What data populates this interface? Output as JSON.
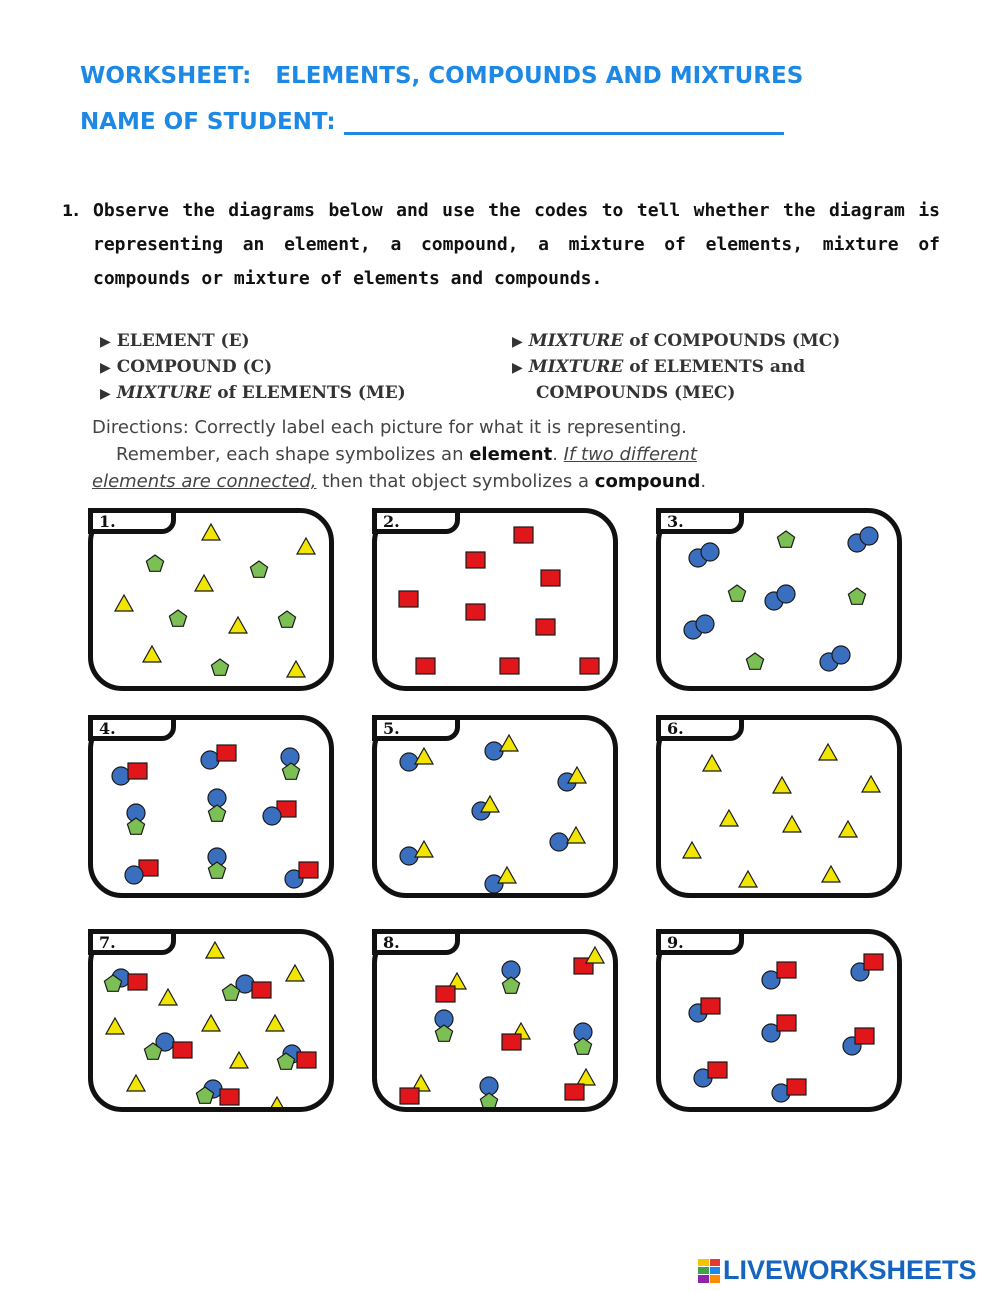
{
  "header": {
    "title": "WORKSHEET:   ELEMENTS, COMPOUNDS AND MIXTURES",
    "name_label": "NAME OF STUDENT:"
  },
  "question": {
    "number": "1.",
    "text": "Observe the diagrams below and use the codes to tell whether the diagram is representing an element, a compound, a mixture of elements, mixture of compounds or mixture of elements and compounds."
  },
  "codes": {
    "element": "ELEMENT (E)",
    "compound": "COMPOUND (C)",
    "mixture_elements_word": "MIXTURE",
    "mixture_elements_rest": "of ELEMENTS (ME)",
    "mixture_compounds_word": "MIXTURE",
    "mixture_compounds_rest": "of COMPOUNDS (MC)",
    "mixture_ec_word": "MIXTURE",
    "mixture_ec_rest": "of ELEMENTS and",
    "mixture_ec_line2": "COMPOUNDS (MEC)"
  },
  "directions": {
    "line1": "Directions: Correctly label each picture for what it is representing.",
    "line2_a": "Remember, each shape symbolizes an ",
    "line2_b": "element",
    "line2_c": ". ",
    "line2_d": "If two different",
    "line3_a": "elements are connected,",
    "line3_b": " then that object symbolizes a ",
    "line3_c": "compound",
    "line3_d": "."
  },
  "boxes": [
    {
      "label": "1. ____"
    },
    {
      "label": "2. ____"
    },
    {
      "label": "3. ____"
    },
    {
      "label": "4. ____"
    },
    {
      "label": "5. ____"
    },
    {
      "label": "6. ____"
    },
    {
      "label": "7. ____"
    },
    {
      "label": "8. ____"
    },
    {
      "label": "9. ____"
    }
  ],
  "colors": {
    "header_blue": "#1e88e5",
    "triangle_yellow": "#f2e600",
    "pentagon_green": "#7cbf55",
    "circle_blue": "#3a6fbf",
    "square_red": "#e0161b"
  },
  "footer": {
    "brand": "LIVEWORKSHEETS"
  }
}
